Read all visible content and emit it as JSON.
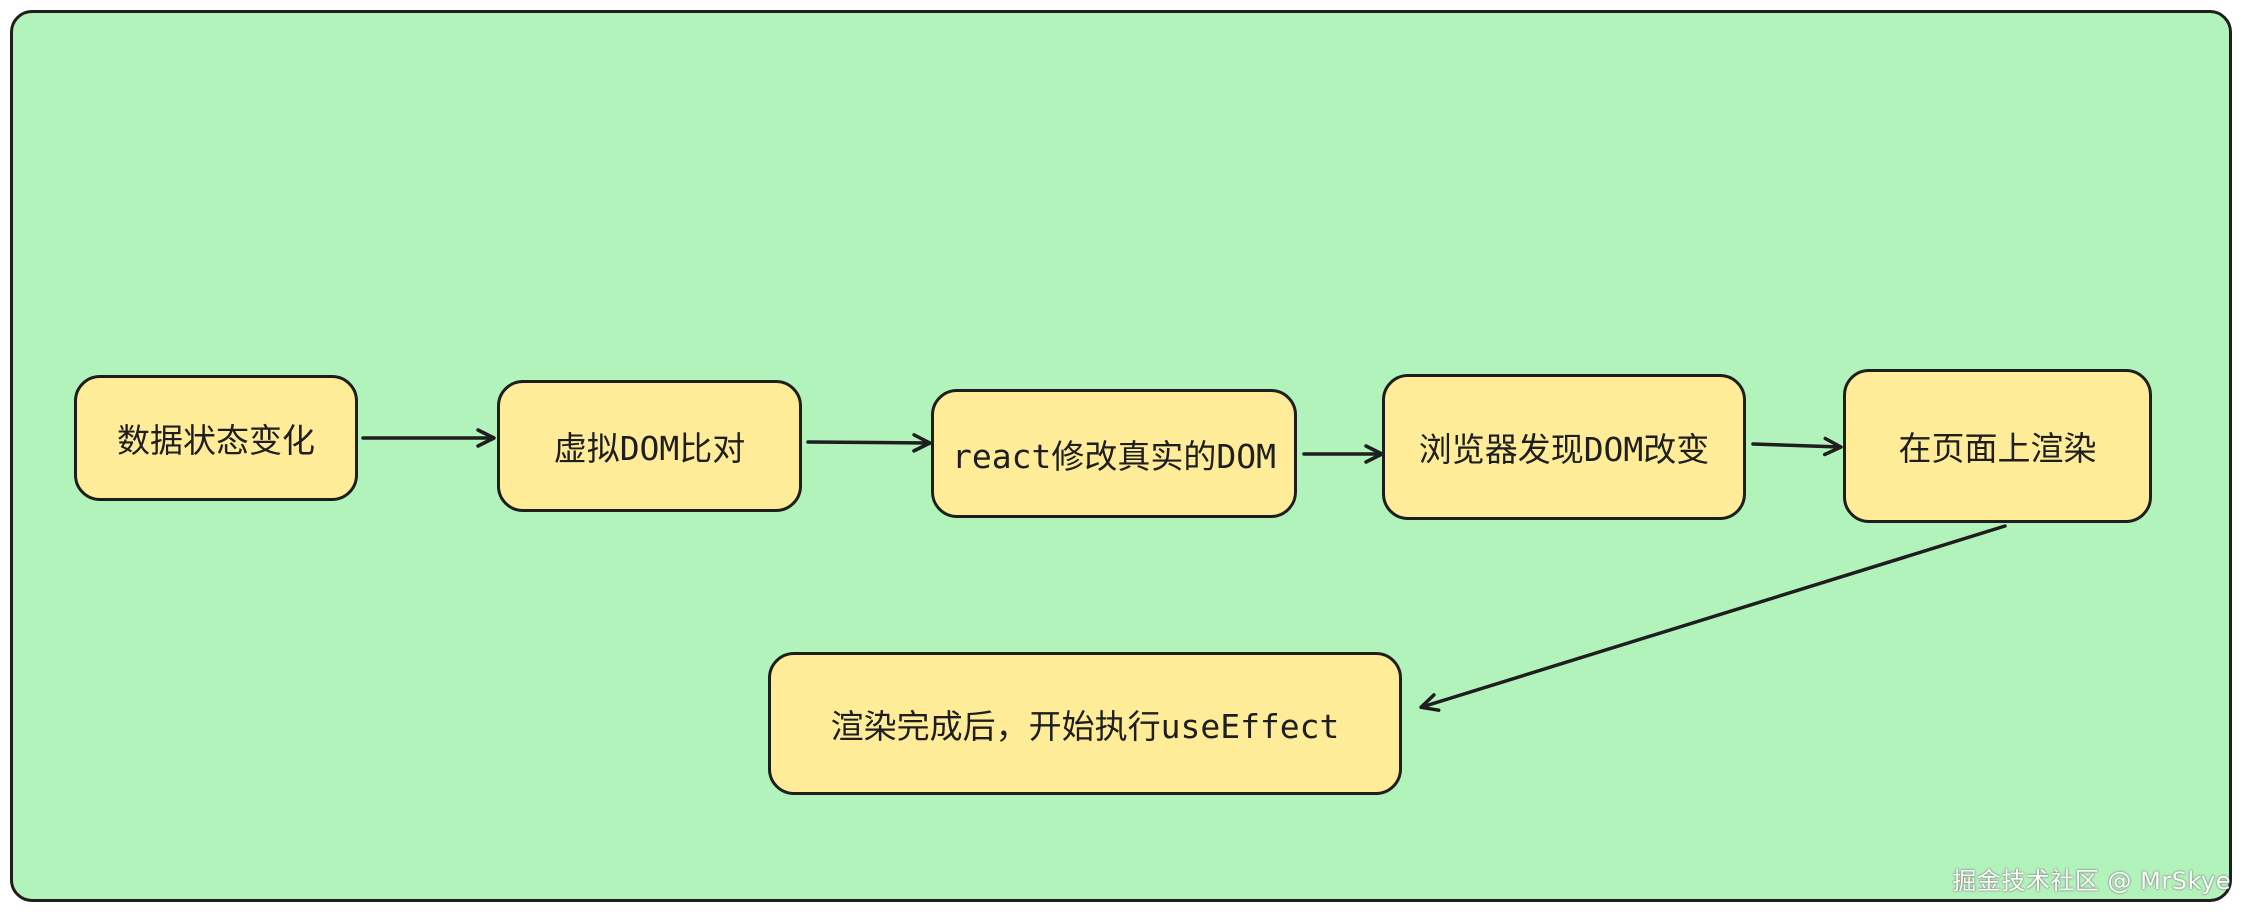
{
  "diagram": {
    "background_color": "#b2f2bb",
    "node_color": "#ffec99",
    "stroke_color": "#1e1e1e",
    "nodes": [
      {
        "id": "n1",
        "label": "数据状态变化"
      },
      {
        "id": "n2",
        "label": "虚拟DOM比对"
      },
      {
        "id": "n3",
        "label": "react修改真实的DOM"
      },
      {
        "id": "n4",
        "label": "浏览器发现DOM改变"
      },
      {
        "id": "n5",
        "label": "在页面上渲染"
      },
      {
        "id": "n6",
        "label": "渲染完成后，开始执行useEffect"
      }
    ],
    "edges": [
      {
        "from": "n1",
        "to": "n2"
      },
      {
        "from": "n2",
        "to": "n3"
      },
      {
        "from": "n3",
        "to": "n4"
      },
      {
        "from": "n4",
        "to": "n5"
      },
      {
        "from": "n5",
        "to": "n6"
      }
    ]
  },
  "watermark": "掘金技术社区 @ MrSkye"
}
